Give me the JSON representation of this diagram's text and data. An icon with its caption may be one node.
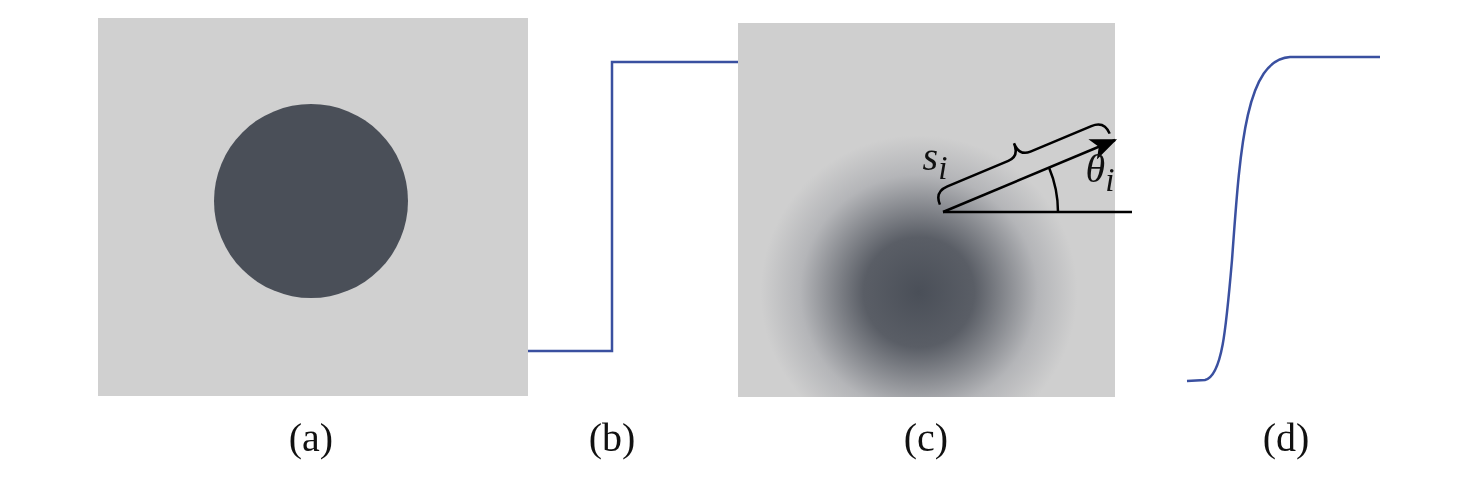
{
  "diagram": {
    "labels": [
      "(a)",
      "(b)",
      "(c)",
      "(d)",
      "s$_{i}$",
      "θ$_{i}$"
    ]
  }
}
